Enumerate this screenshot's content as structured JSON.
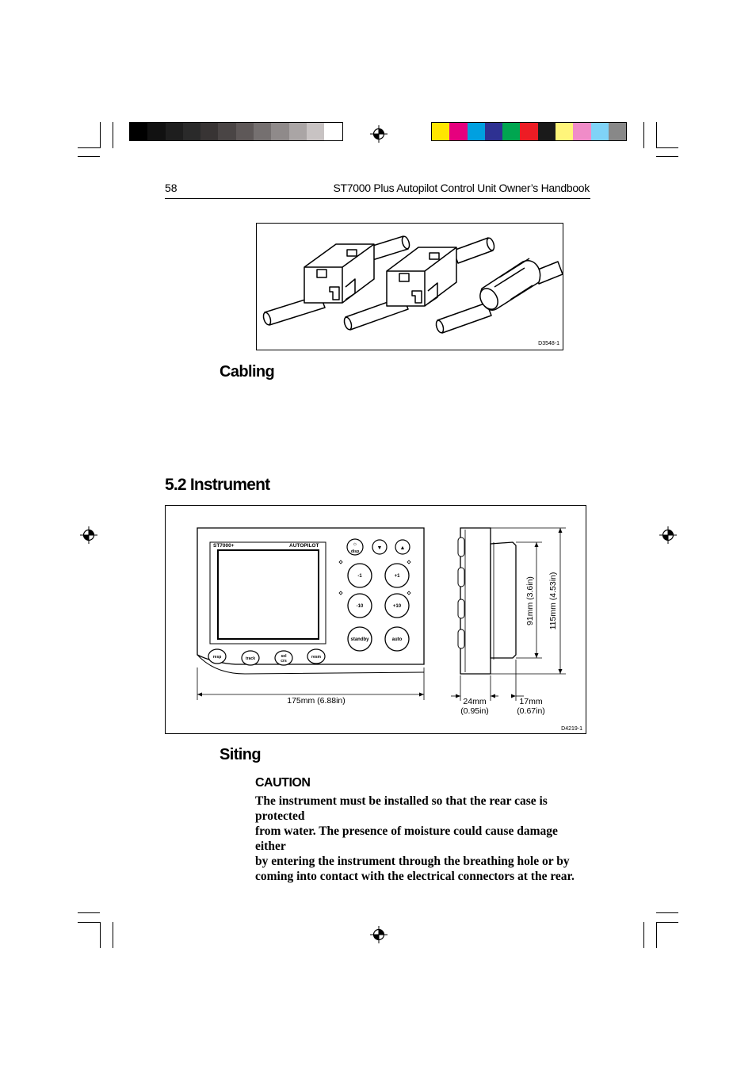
{
  "header": {
    "page_number": "58",
    "book_title": "ST7000 Plus Autopilot Control Unit Owner’s Handbook"
  },
  "print_marks": {
    "gray_swatches": [
      "#000000",
      "#111111",
      "#1e1e1e",
      "#2a2a2a",
      "#383434",
      "#4a4545",
      "#5e5858",
      "#757070",
      "#8f8a8a",
      "#aaa5a5",
      "#c8c3c3",
      "#ffffff"
    ],
    "color_swatches": [
      "#ffe600",
      "#e6007e",
      "#00a0e0",
      "#2e3192",
      "#00a650",
      "#ed1c24",
      "#1a1a1a",
      "#fff57a",
      "#f08cc8",
      "#7fd3f7",
      "#888888"
    ]
  },
  "figure1": {
    "code": "D3548-1"
  },
  "cabling": {
    "heading": "Cabling"
  },
  "section": {
    "heading": "5.2 Instrument"
  },
  "figure2": {
    "code": "D4219-1",
    "brand_label": "ST7000+",
    "model_label": "AUTOPILOT",
    "keys": {
      "disp": "disp",
      "down": "▼",
      "up": "▲",
      "minus1": "-1",
      "plus1": "+1",
      "minus10": "-10",
      "plus10": "+10",
      "standby": "standby",
      "auto": "auto",
      "resp": "resp",
      "track": "track",
      "sel_crs_1": "sel",
      "sel_crs_2": "crs",
      "resm": "resm"
    },
    "dim_width": "175mm (6.88in)",
    "dim_depth_front": "24mm",
    "dim_depth_front_in": "(0.95in)",
    "dim_depth_rear": "17mm",
    "dim_depth_rear_in": "(0.67in)",
    "dim_height_inner": "91mm (3.6in)",
    "dim_height_outer": "115mm (4.53in)"
  },
  "siting": {
    "heading": "Siting",
    "caution_title": "CAUTION",
    "caution_lines": [
      "The instrument must be installed so that the rear case is protected",
      "from water. The presence of moisture could cause damage either",
      "by entering the instrument through the breathing hole or by",
      "coming into contact with the electrical connectors at the rear."
    ]
  }
}
